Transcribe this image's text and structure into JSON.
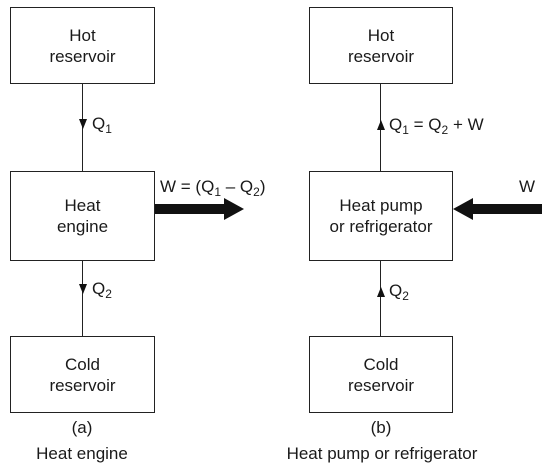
{
  "diagram_a": {
    "hot_box": {
      "line1": "Hot",
      "line2": "reservoir"
    },
    "engine_box": {
      "line1": "Heat",
      "line2": "engine"
    },
    "cold_box": {
      "line1": "Cold",
      "line2": "reservoir"
    },
    "q1": {
      "sym": "Q",
      "sub": "1"
    },
    "q2": {
      "sym": "Q",
      "sub": "2"
    },
    "work": {
      "a": "W = (Q",
      "sub1": "1",
      "b": " – Q",
      "sub2": "2",
      "c": ")"
    },
    "caption_letter": "(a)",
    "caption": "Heat engine"
  },
  "diagram_b": {
    "hot_box": {
      "line1": "Hot",
      "line2": "reservoir"
    },
    "pump_box": {
      "line1": "Heat pump",
      "line2": "or refrigerator"
    },
    "cold_box": {
      "line1": "Cold",
      "line2": "reservoir"
    },
    "q1": {
      "a": "Q",
      "sub1": "1",
      "b": " = Q",
      "sub2": "2",
      "c": " + W"
    },
    "q2": {
      "sym": "Q",
      "sub": "2"
    },
    "work": "W",
    "caption_letter": "(b)",
    "caption": "Heat pump or refrigerator"
  }
}
